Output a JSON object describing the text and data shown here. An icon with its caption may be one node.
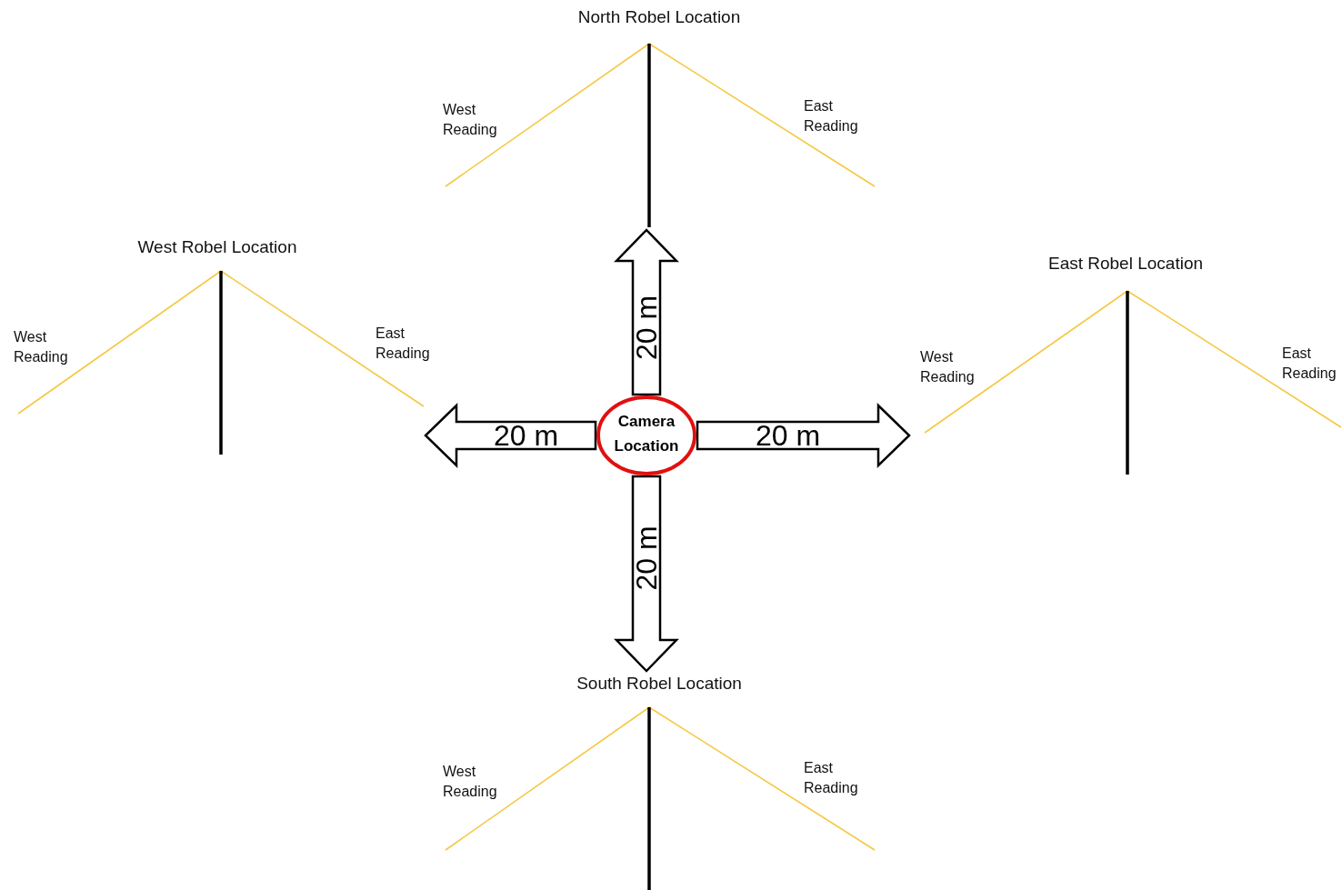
{
  "diagram": {
    "nodes": [
      {
        "text": [
          "Camera Location"
        ]
      },
      {
        "text": [
          "North Robel Location"
        ]
      },
      {
        "text": [
          "West Robel Location"
        ]
      },
      {
        "text": [
          "East Robel Location"
        ]
      },
      {
        "text": [
          "South Robel Location"
        ]
      }
    ],
    "edges": [
      {
        "from": 0,
        "to": 1,
        "arrow": "to",
        "label": "20 m"
      },
      {
        "from": 0,
        "to": 2,
        "arrow": "to",
        "label": "20 m"
      },
      {
        "from": 0,
        "to": 3,
        "arrow": "to",
        "label": "20 m"
      },
      {
        "from": 0,
        "to": 4,
        "arrow": "to",
        "label": "20 m"
      }
    ],
    "labels": [
      "West Reading",
      "East Reading",
      "West Reading",
      "East Reading",
      "West Reading",
      "East Reading",
      "West Reading",
      "East Reading"
    ]
  }
}
